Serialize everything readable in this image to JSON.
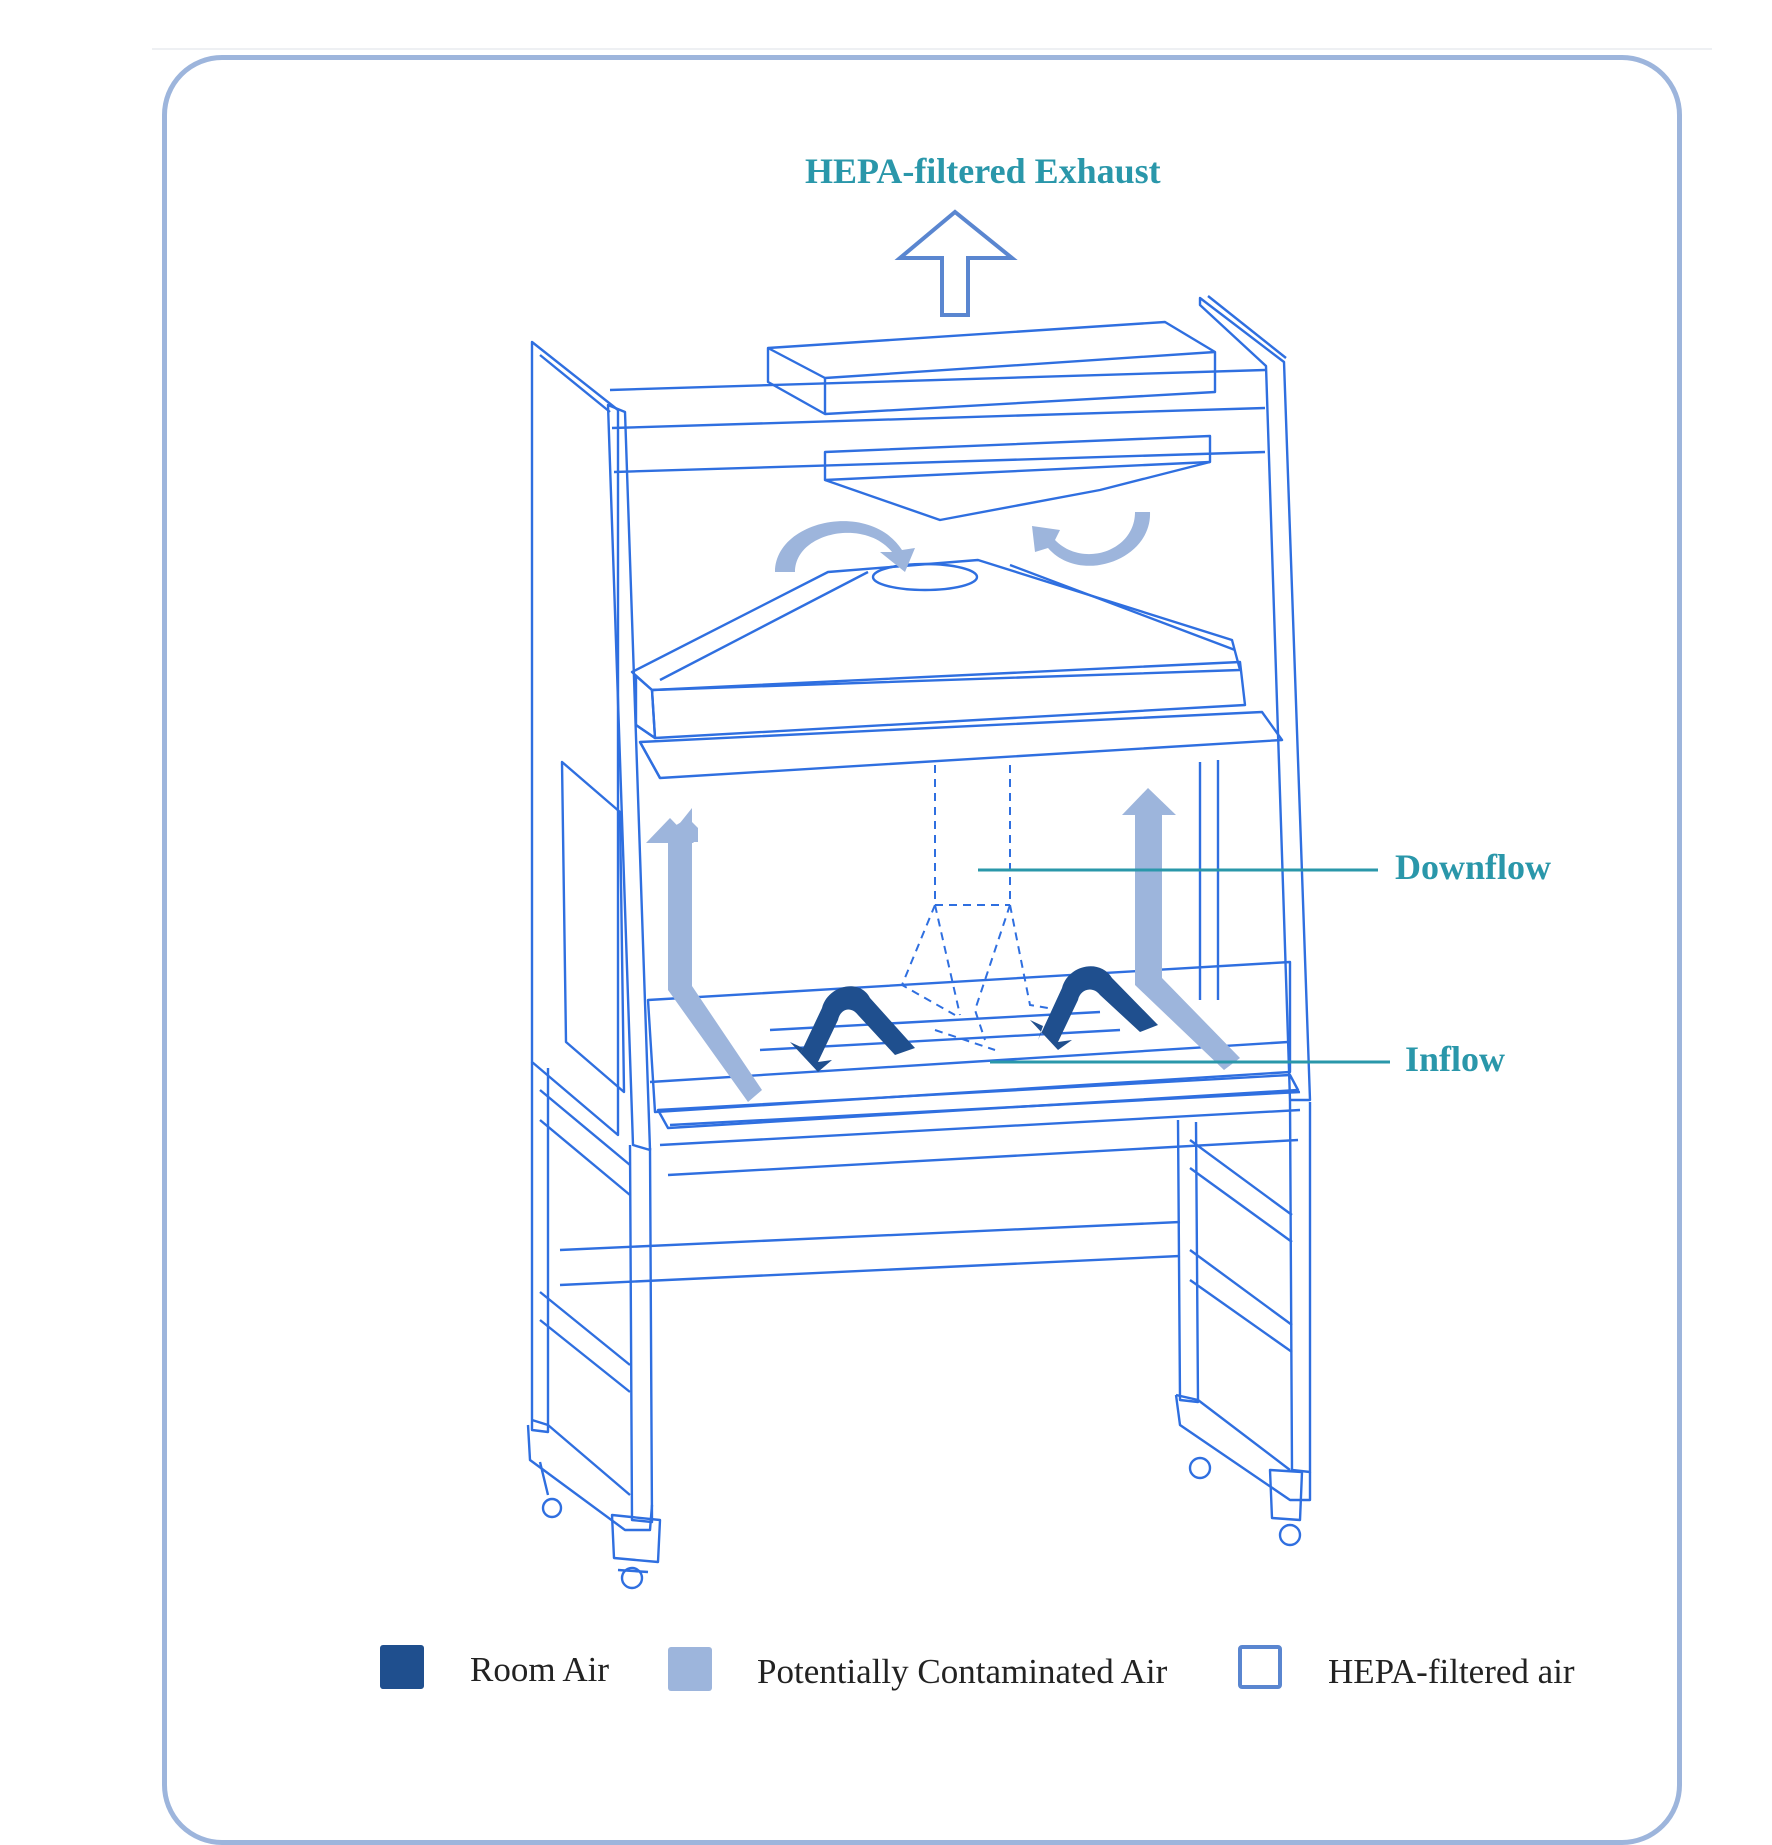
{
  "labels": {
    "exhaust": "HEPA-filtered Exhaust",
    "downflow": "Downflow",
    "inflow": "Inflow"
  },
  "legend": [
    {
      "label": "Room Air",
      "color": "#1f4f8e",
      "style": "filled"
    },
    {
      "label": "Potentially Contaminated Air",
      "color": "#9db5dc",
      "style": "filled"
    },
    {
      "label": "HEPA-filtered air",
      "color": "#5a86d0",
      "style": "outline"
    }
  ],
  "colors": {
    "line": "#2f6fe0",
    "label": "#2a97aa",
    "contaminated": "#9db5dc",
    "room_air": "#1f4f8e",
    "frame": "#9db5dc"
  }
}
